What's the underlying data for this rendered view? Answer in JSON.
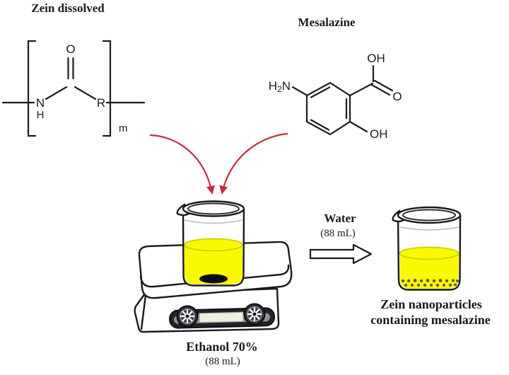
{
  "diagram": {
    "zein": {
      "title": "Zein dissolved",
      "atoms": {
        "n": "N",
        "h": "H",
        "o": "O",
        "r": "R",
        "repeat": "m"
      }
    },
    "mesalazine": {
      "title": "Mesalazine",
      "atoms": {
        "amine_h": "H",
        "amine_sub": "2",
        "amine_n": "N",
        "oh_top": "OH",
        "o_carbonyl": "O",
        "oh_bottom": "OH"
      }
    },
    "mixing": {
      "solvent": "Ethanol 70%",
      "solvent_volume": "(88 mL)"
    },
    "addition": {
      "label": "Water",
      "volume": "(88 mL)"
    },
    "product": {
      "line1": "Zein nanoparticles",
      "line2": "containing mesalazine"
    }
  },
  "colors": {
    "liquid": "#f9f900",
    "liquid_outline": "#cfcf00",
    "arrow_red": "#c22f40",
    "particles": "#5f5f14",
    "stirbar": "#0d0d0d",
    "display": "#eef1dd"
  }
}
